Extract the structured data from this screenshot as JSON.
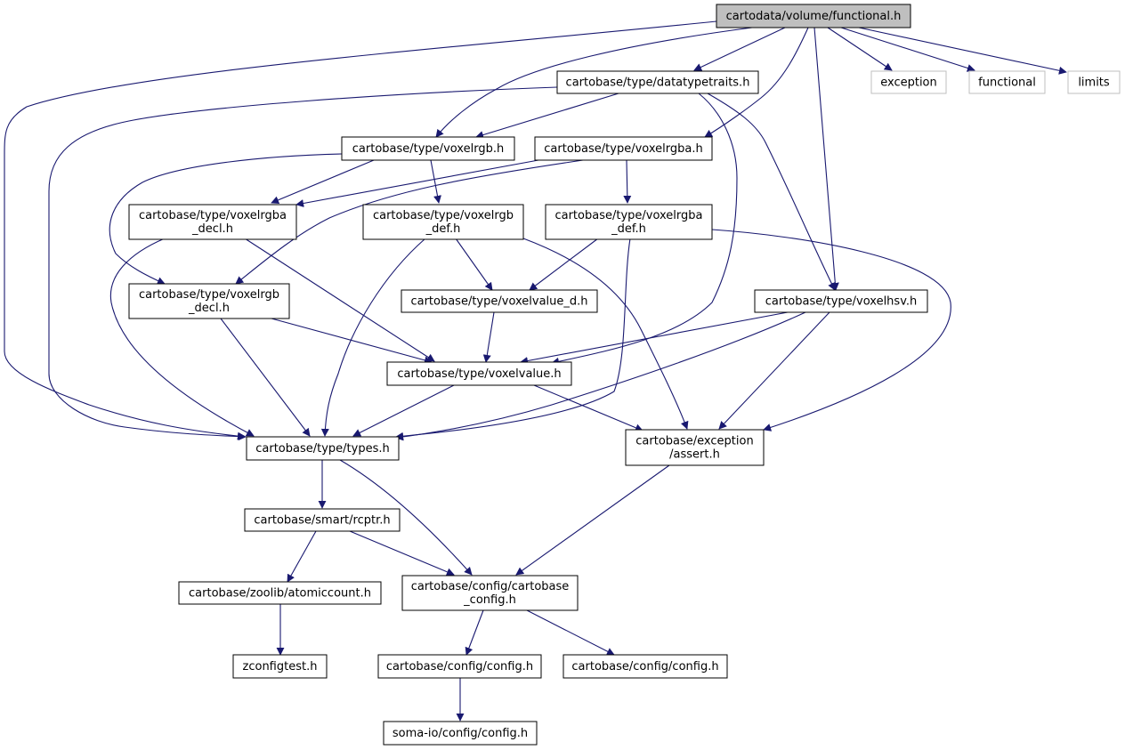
{
  "graph": {
    "title": "cartodata/volume/functional.h",
    "edge_color": "#191970",
    "root_fill": "#bfbfbf",
    "external_stroke": "#bfbfbf",
    "nodes": [
      {
        "id": "root",
        "lines": [
          "cartodata/volume/functional.h"
        ],
        "kind": "root"
      },
      {
        "id": "datatypetraits",
        "lines": [
          "cartobase/type/datatypetraits.h"
        ],
        "kind": "file"
      },
      {
        "id": "exception",
        "lines": [
          "exception"
        ],
        "kind": "external"
      },
      {
        "id": "functional",
        "lines": [
          "functional"
        ],
        "kind": "external"
      },
      {
        "id": "limits",
        "lines": [
          "limits"
        ],
        "kind": "external"
      },
      {
        "id": "voxelrgb",
        "lines": [
          "cartobase/type/voxelrgb.h"
        ],
        "kind": "file"
      },
      {
        "id": "voxelrgba",
        "lines": [
          "cartobase/type/voxelrgba.h"
        ],
        "kind": "file"
      },
      {
        "id": "voxelrgba_decl",
        "lines": [
          "cartobase/type/voxelrgba",
          "_decl.h"
        ],
        "kind": "file"
      },
      {
        "id": "voxelrgb_def",
        "lines": [
          "cartobase/type/voxelrgb",
          "_def.h"
        ],
        "kind": "file"
      },
      {
        "id": "voxelrgba_def",
        "lines": [
          "cartobase/type/voxelrgba",
          "_def.h"
        ],
        "kind": "file"
      },
      {
        "id": "voxelrgb_decl",
        "lines": [
          "cartobase/type/voxelrgb",
          "_decl.h"
        ],
        "kind": "file"
      },
      {
        "id": "voxelvalue_d",
        "lines": [
          "cartobase/type/voxelvalue_d.h"
        ],
        "kind": "file"
      },
      {
        "id": "voxelhsv",
        "lines": [
          "cartobase/type/voxelhsv.h"
        ],
        "kind": "file"
      },
      {
        "id": "voxelvalue",
        "lines": [
          "cartobase/type/voxelvalue.h"
        ],
        "kind": "file"
      },
      {
        "id": "types",
        "lines": [
          "cartobase/type/types.h"
        ],
        "kind": "file"
      },
      {
        "id": "assert",
        "lines": [
          "cartobase/exception",
          "/assert.h"
        ],
        "kind": "file"
      },
      {
        "id": "rcptr",
        "lines": [
          "cartobase/smart/rcptr.h"
        ],
        "kind": "file"
      },
      {
        "id": "atomiccount",
        "lines": [
          "cartobase/zoolib/atomiccount.h"
        ],
        "kind": "file"
      },
      {
        "id": "cartobase_config",
        "lines": [
          "cartobase/config/cartobase",
          "_config.h"
        ],
        "kind": "file"
      },
      {
        "id": "zconfigtest",
        "lines": [
          "zconfigtest.h"
        ],
        "kind": "file"
      },
      {
        "id": "config1",
        "lines": [
          "cartobase/config/config.h"
        ],
        "kind": "file"
      },
      {
        "id": "config2",
        "lines": [
          "cartobase/config/config.h"
        ],
        "kind": "file"
      },
      {
        "id": "somaio_config",
        "lines": [
          "soma-io/config/config.h"
        ],
        "kind": "file"
      }
    ]
  }
}
